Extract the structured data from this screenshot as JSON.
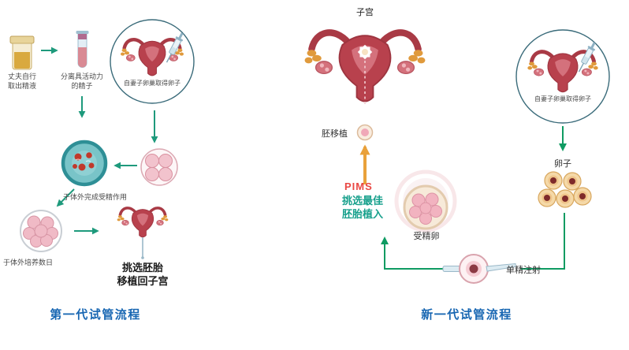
{
  "left_flow": {
    "title": "第一代试管流程",
    "labels": {
      "semen": "丈夫自行\n取出精液",
      "sperm": "分离具活动力\n的精子",
      "egg_retrieval": "自妻子卵巢取得卵子",
      "fertilization": "于体外完成受精作用",
      "culture": "于体外培养数日",
      "transfer": "挑选胚胎\n移植回子宫"
    }
  },
  "right_flow": {
    "title": "新一代试管流程",
    "labels": {
      "uterus": "子宫",
      "embryo_transfer": "胚移植",
      "pims": "PIMS",
      "select_embryo": "挑选最佳\n胚胎植入",
      "fertilized_egg": "受精卵",
      "egg_retrieval": "自妻子卵巢取得卵子",
      "eggs": "卵子",
      "icsi": "单精注射"
    }
  },
  "colors": {
    "title_blue": "#1766b2",
    "teal_arrow": "#1e9a7c",
    "green_arrow": "#0f9b62",
    "orange_arrow": "#e9a13b",
    "pims_red": "#e94743",
    "select_teal": "#17a08c",
    "uterus_red": "#b8414d",
    "fimbriae_orange": "#e09a3c",
    "petri_teal": "#79c4c8"
  },
  "icons": {
    "specimen_cup": "specimen-cup-icon",
    "test_tube": "test-tube-icon",
    "uterus": "uterus-icon",
    "syringe": "syringe-icon",
    "petri_dish": "petri-dish-icon",
    "four_cell_embryo": "four-cell-embryo-icon",
    "blastocyst": "blastocyst-icon",
    "fertilized_egg": "fertilized-egg-icon",
    "eggs": "eggs-icon",
    "icsi_injection": "icsi-icon",
    "embryo_star": "embryo-star-icon",
    "watermark": "watermark"
  }
}
